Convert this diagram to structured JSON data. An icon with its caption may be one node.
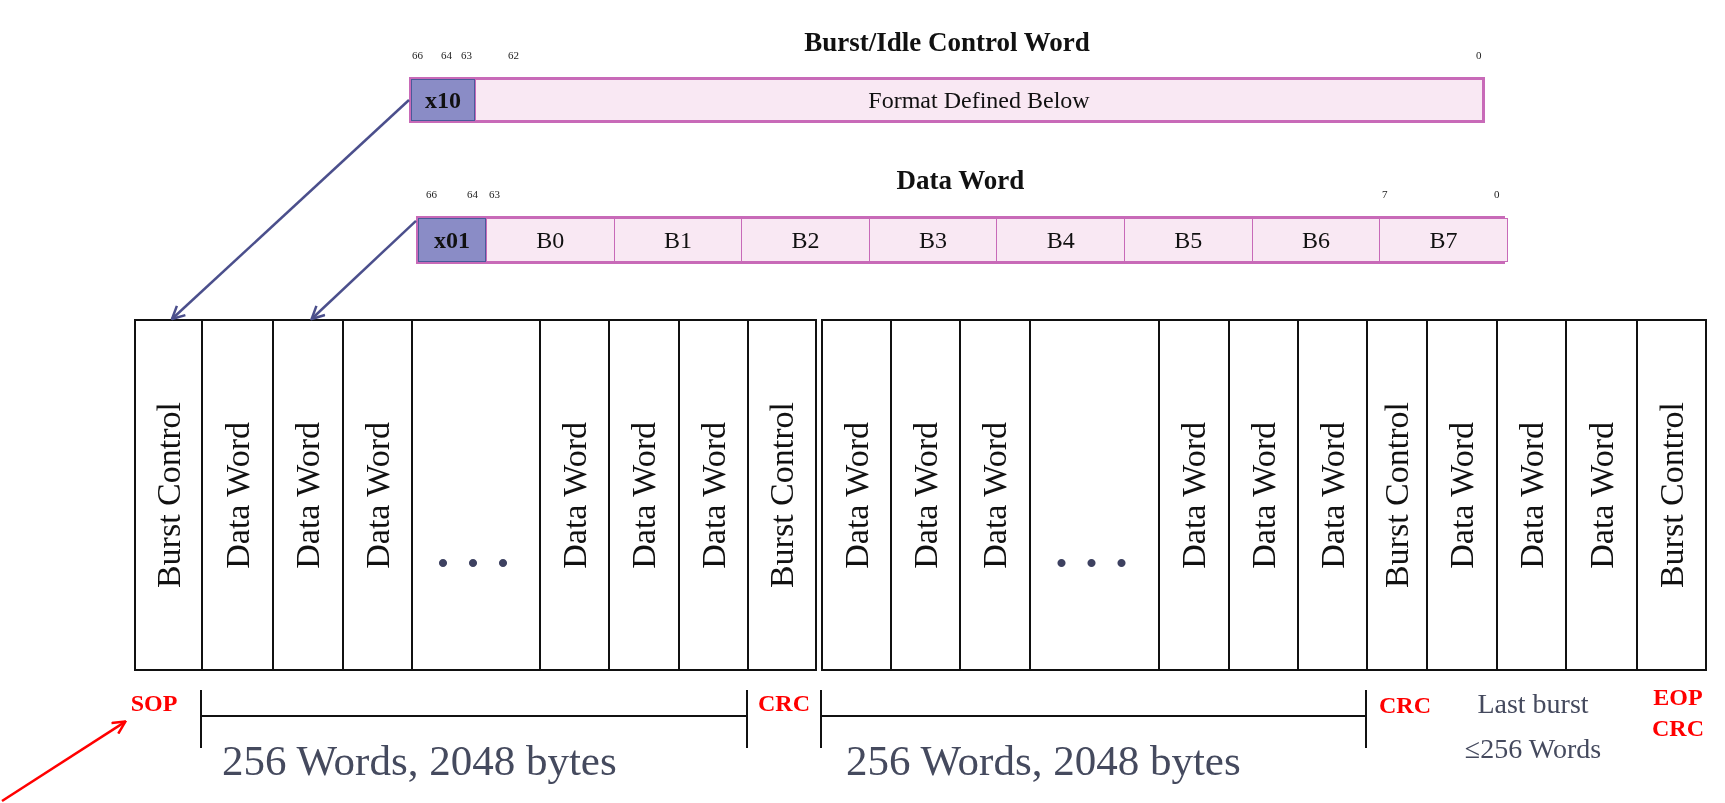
{
  "diagram": {
    "nodes": [
      {
        "text": [
          "Burst/Idle Control Word"
        ]
      },
      {
        "text": [
          "x10"
        ],
        "in": 0
      },
      {
        "text": [
          "Format Defined Below"
        ],
        "in": 0
      },
      {
        "text": [
          "Data Word"
        ]
      },
      {
        "text": [
          "x01"
        ],
        "in": 3
      },
      {
        "text": [
          "B0"
        ],
        "in": 3
      },
      {
        "text": [
          "B1"
        ],
        "in": 3
      },
      {
        "text": [
          "B2"
        ],
        "in": 3
      },
      {
        "text": [
          "B3"
        ],
        "in": 3
      },
      {
        "text": [
          "B4"
        ],
        "in": 3
      },
      {
        "text": [
          "B5"
        ],
        "in": 3
      },
      {
        "text": [
          "B6"
        ],
        "in": 3
      },
      {
        "text": [
          "B7"
        ],
        "in": 3
      },
      {
        "text": [
          "Burst Control"
        ]
      },
      {
        "text": [
          "Data Word"
        ]
      },
      {
        "text": [
          "Data Word"
        ]
      },
      {
        "text": [
          "Data Word"
        ]
      },
      {
        "text": [
          "• • •"
        ]
      },
      {
        "text": [
          "Data Word"
        ]
      },
      {
        "text": [
          "Data Word"
        ]
      },
      {
        "text": [
          "Data Word"
        ]
      },
      {
        "text": [
          "Burst Control"
        ]
      },
      {
        "text": [
          "Data Word"
        ]
      },
      {
        "text": [
          "Data Word"
        ]
      },
      {
        "text": [
          "Data Word"
        ]
      },
      {
        "text": [
          "• • •"
        ]
      },
      {
        "text": [
          "Data Word"
        ]
      },
      {
        "text": [
          "Data Word"
        ]
      },
      {
        "text": [
          "Data Word"
        ]
      },
      {
        "text": [
          "Burst Control"
        ]
      },
      {
        "text": [
          "Data Word"
        ]
      },
      {
        "text": [
          "Data Word"
        ]
      },
      {
        "text": [
          "Data Word"
        ]
      },
      {
        "text": [
          "Burst Control"
        ]
      },
      {
        "text": [
          "SOP"
        ]
      }
    ],
    "edges": [
      {
        "from": 0,
        "to": 13,
        "arrow": "to"
      },
      {
        "from": 3,
        "to": 15,
        "arrow": "to"
      },
      {
        "from": null,
        "to": 34,
        "arrow": "to",
        "color": "#ff0000"
      }
    ],
    "labels": [
      "66",
      "64",
      "63",
      "62",
      "0",
      "66",
      "64",
      "63",
      "7",
      "0",
      "CRC",
      "CRC",
      "Last burst ≤256 Words",
      "EOP CRC",
      "256 Words, 2048 bytes",
      "256 Words, 2048 bytes"
    ]
  }
}
